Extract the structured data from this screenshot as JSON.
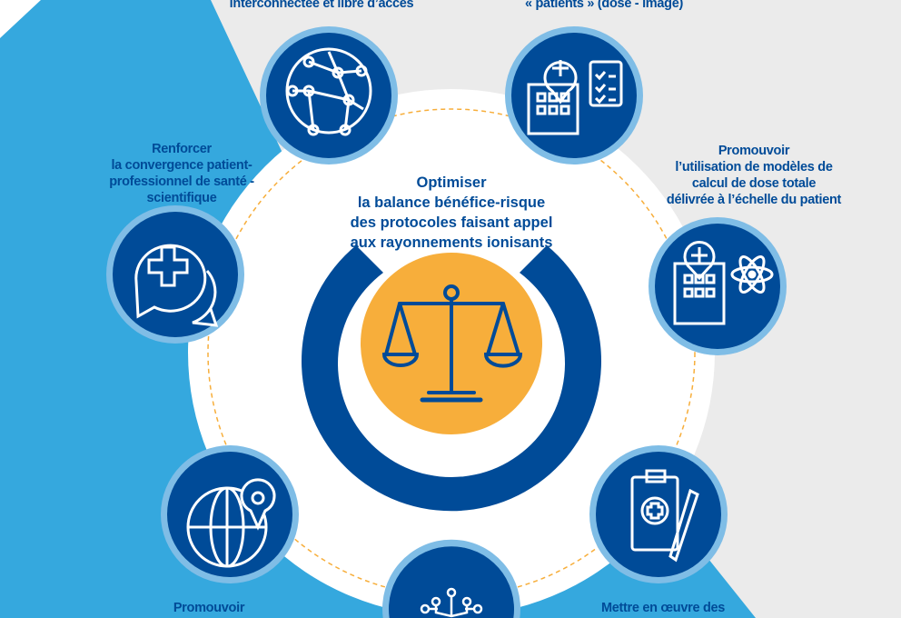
{
  "center": {
    "title_lines": [
      "Optimiser",
      "la balance bénéfice-risque",
      "des protocoles faisant appel",
      "aux rayonnements ionisants"
    ],
    "icon": "balance-scale-icon"
  },
  "objectives": [
    {
      "icon": "network-globe-icon",
      "lines": [
        "interconnectée et libre d’accès"
      ]
    },
    {
      "icon": "hospital-clipboard-icon",
      "lines": [
        "« patients » (dose - image)"
      ]
    },
    {
      "icon": "medical-chat-icon",
      "lines": [
        "Renforcer",
        "la convergence  patient-",
        "professionnel de santé -",
        "scientifique"
      ]
    },
    {
      "icon": "hospital-atom-icon",
      "lines": [
        "Promouvoir",
        "l’utilisation de modèles de",
        "calcul de dose totale",
        "délivrée à l’échelle du patient"
      ]
    },
    {
      "icon": "globe-location-gear-icon",
      "lines": [
        "Promouvoir"
      ]
    },
    {
      "icon": "medical-clipboard-pen-icon",
      "lines": [
        "Mettre en œuvre des"
      ]
    },
    {
      "icon": "circuit-network-icon",
      "lines": []
    }
  ],
  "colors": {
    "dark_blue": "#004b98",
    "light_blue": "#35a8de",
    "ring_blue": "#7fbde6",
    "orange": "#f7ae3b",
    "background": "#ebebeb"
  }
}
